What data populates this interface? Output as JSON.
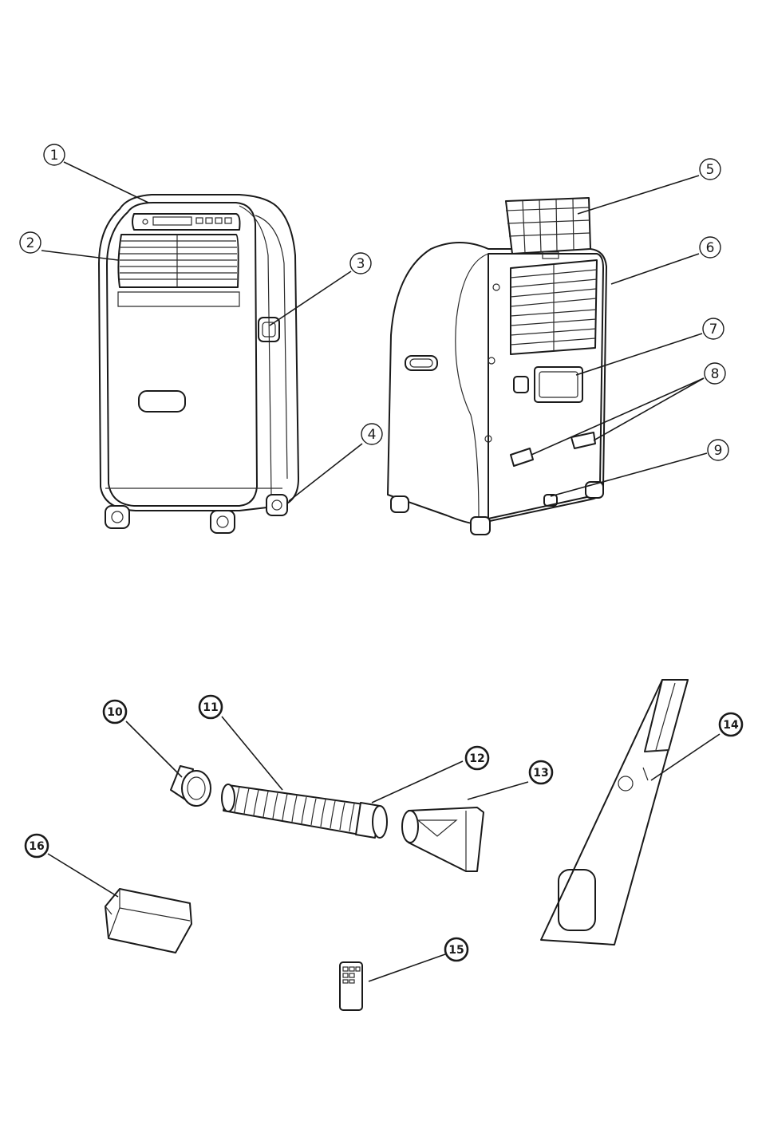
{
  "callouts": [
    {
      "id": "1",
      "label": "1",
      "style": "thin"
    },
    {
      "id": "2",
      "label": "2",
      "style": "thin"
    },
    {
      "id": "3",
      "label": "3",
      "style": "thin"
    },
    {
      "id": "4",
      "label": "4",
      "style": "thin"
    },
    {
      "id": "5",
      "label": "5",
      "style": "thin"
    },
    {
      "id": "6",
      "label": "6",
      "style": "thin"
    },
    {
      "id": "7",
      "label": "7",
      "style": "thin"
    },
    {
      "id": "8",
      "label": "8",
      "style": "thin"
    },
    {
      "id": "9",
      "label": "9",
      "style": "thin"
    },
    {
      "id": "10",
      "label": "10",
      "style": "bold"
    },
    {
      "id": "11",
      "label": "11",
      "style": "bold"
    },
    {
      "id": "12",
      "label": "12",
      "style": "bold"
    },
    {
      "id": "13",
      "label": "13",
      "style": "bold"
    },
    {
      "id": "14",
      "label": "14",
      "style": "bold"
    },
    {
      "id": "15",
      "label": "15",
      "style": "bold"
    },
    {
      "id": "16",
      "label": "16",
      "style": "bold"
    }
  ],
  "colors": {
    "line": "#1a1a1a",
    "background": "#ffffff"
  }
}
